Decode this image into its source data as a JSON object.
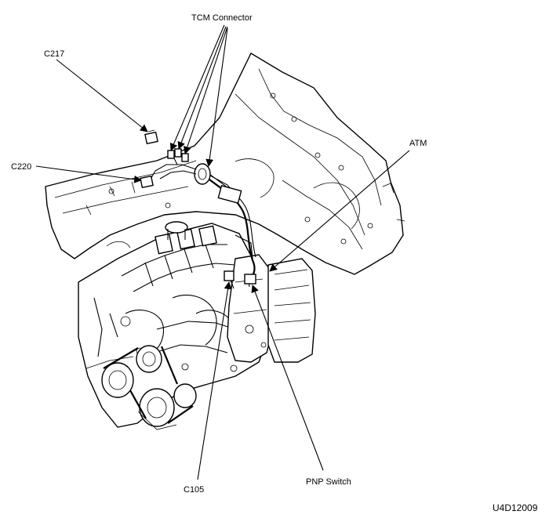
{
  "labels": {
    "c217": "C217",
    "tcm_connector": "TCM Connector",
    "c220": "C220",
    "atm": "ATM",
    "c105": "C105",
    "pnp_switch": "PNP Switch"
  },
  "figure_code": "U4D12009",
  "colors": {
    "line": "#000000",
    "background": "#ffffff"
  }
}
